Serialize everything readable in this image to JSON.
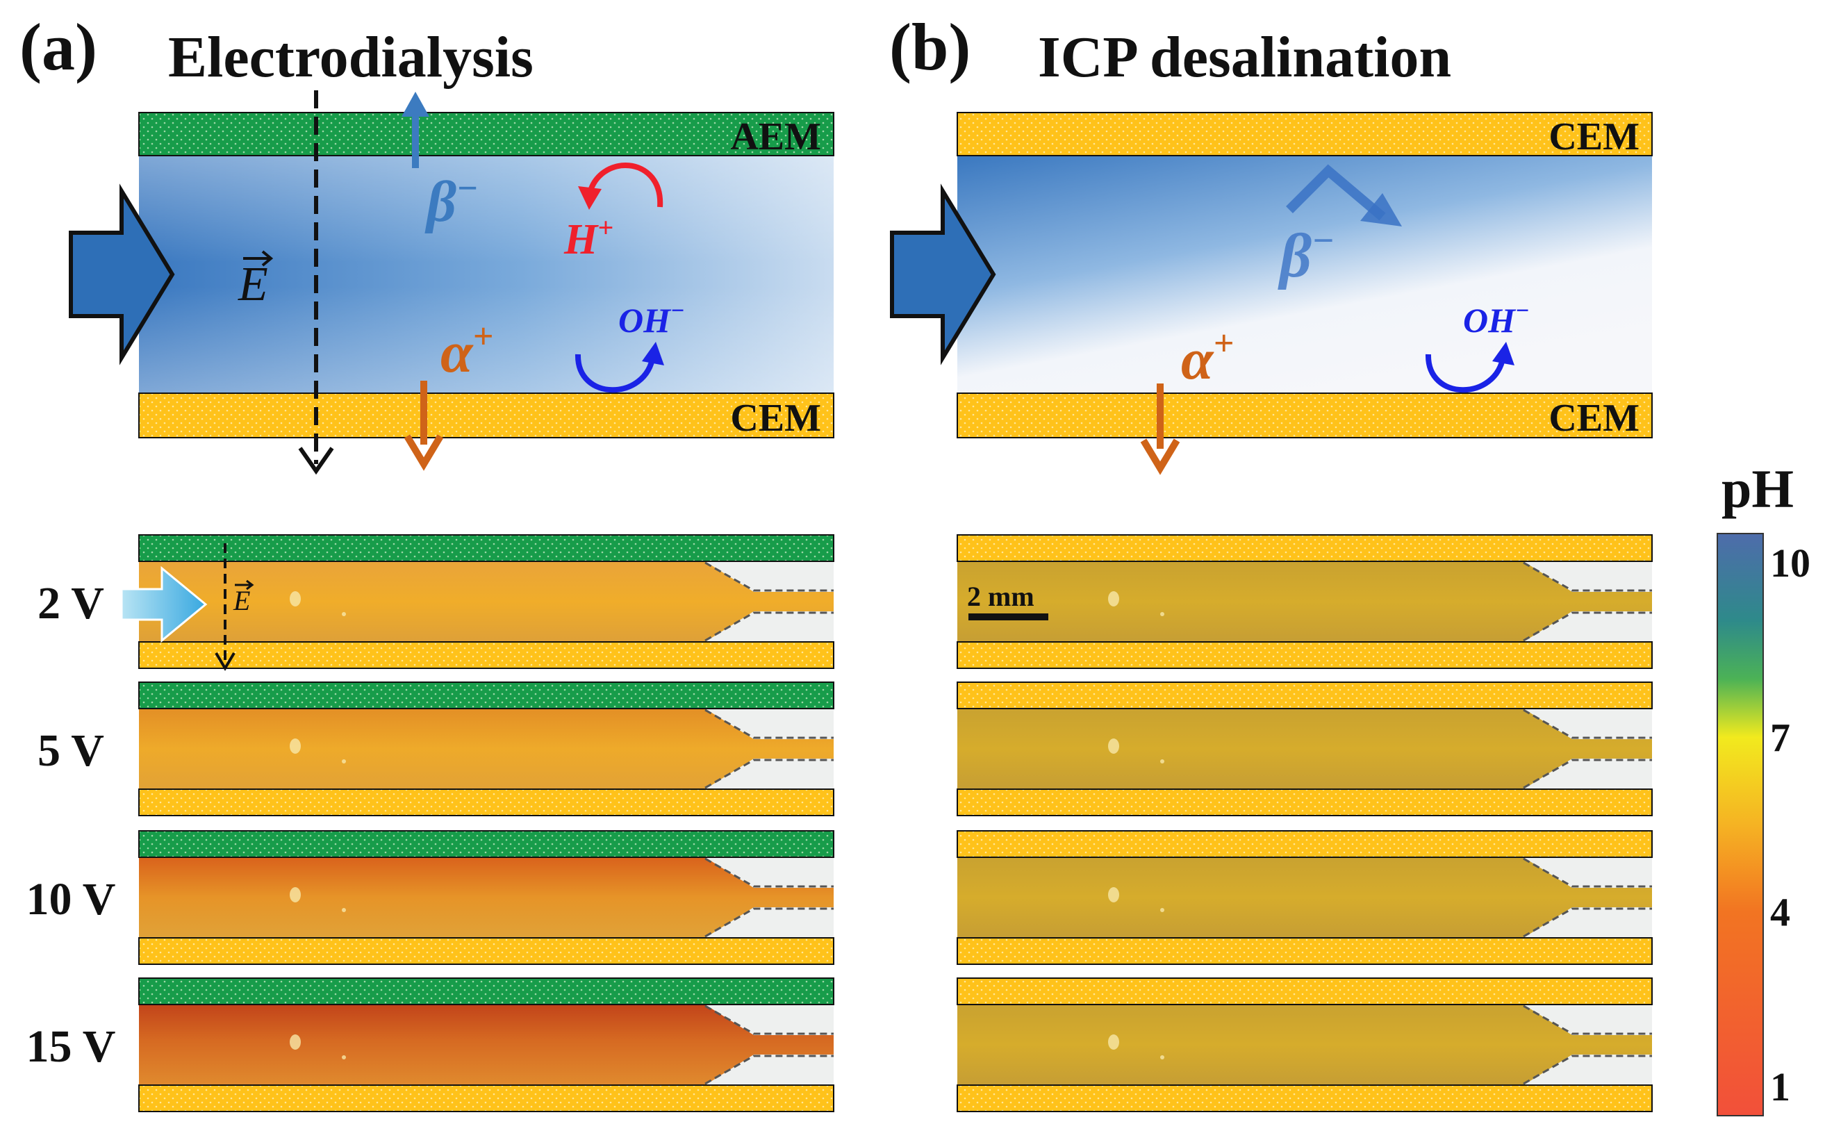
{
  "panel_a": {
    "letter": "(a)",
    "title": "Electrodialysis",
    "top_membrane": "AEM",
    "bottom_membrane": "CEM",
    "field": "E",
    "anion": "β",
    "anion_charge": "−",
    "cation": "α",
    "cation_charge": "+",
    "proton": "H",
    "proton_charge": "+",
    "hydroxide": "OH",
    "hydroxide_charge": "−",
    "voltages": [
      "2 V",
      "5 V",
      "10 V",
      "15 V"
    ]
  },
  "panel_b": {
    "letter": "(b)",
    "title": "ICP desalination",
    "top_membrane": "CEM",
    "bottom_membrane": "CEM",
    "anion": "β",
    "anion_charge": "−",
    "cation": "α",
    "cation_charge": "+",
    "hydroxide": "OH",
    "hydroxide_charge": "−",
    "scale_bar": "2 mm"
  },
  "colorbar": {
    "label": "pH",
    "ticks": [
      "10",
      "7",
      "4",
      "1"
    ],
    "tick_values": [
      10,
      7,
      4,
      1
    ],
    "range": [
      0.5,
      10.5
    ],
    "stops": [
      {
        "value": 10.5,
        "color": "#4e6cab"
      },
      {
        "value": 9,
        "color": "#2e8a8a"
      },
      {
        "value": 8,
        "color": "#4cb256"
      },
      {
        "value": 7,
        "color": "#f2ea1e"
      },
      {
        "value": 5.5,
        "color": "#f5b323"
      },
      {
        "value": 4,
        "color": "#f27422"
      },
      {
        "value": 0.5,
        "color": "#f2503a"
      }
    ]
  },
  "colors": {
    "aem": "#179c4a",
    "cem": "#ffc21a",
    "arrow_blue": "#3c7bc0",
    "cation_orange": "#cf6318",
    "proton_red": "#f0202c",
    "hydroxide_blue": "#1a23e6"
  }
}
